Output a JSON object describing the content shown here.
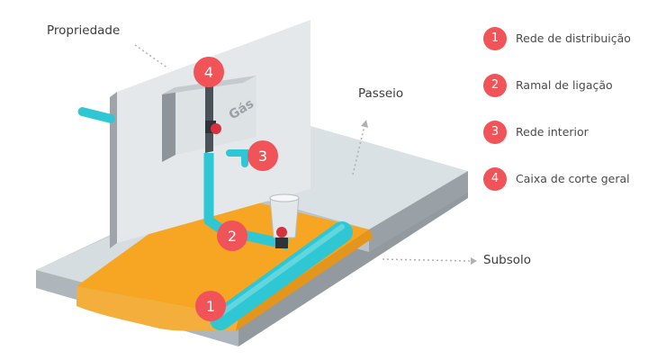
{
  "labels": {
    "propriedade": "Propriedade",
    "passeio": "Passeio",
    "subsolo": "Subsolo",
    "box_text": "Gás"
  },
  "markers": [
    "1",
    "2",
    "3",
    "4"
  ],
  "legend": [
    {
      "num": "1",
      "text": "Rede de distribuição"
    },
    {
      "num": "2",
      "text": "Ramal de ligação"
    },
    {
      "num": "3",
      "text": "Rede interior"
    },
    {
      "num": "4",
      "text": "Caixa de corte geral"
    }
  ],
  "colors": {
    "marker": "#f05459",
    "pipe": "#2ec7d3",
    "soil": "#f6a623",
    "wall_front": "#e4e8eb",
    "wall_side": "#9ea4aa",
    "sidewalk_top": "#d9e1e4",
    "valve": "#d7323c"
  }
}
